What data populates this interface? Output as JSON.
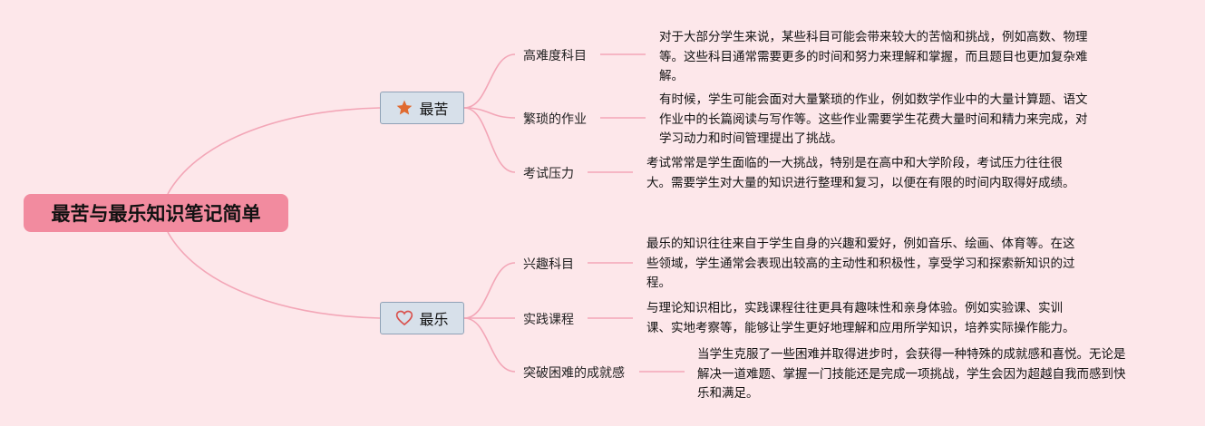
{
  "title": "最苦与最乐知识笔记简单",
  "colors": {
    "background": "#fde7ea",
    "root": "#f28b9f",
    "connector": "#f3a6b7",
    "branch_fill": "#d7e0ea",
    "star": "#e06a30",
    "heart": "#d9534f"
  },
  "branches": [
    {
      "label": "最苦",
      "icon": "star-icon",
      "items": [
        {
          "label": "高难度科目",
          "desc_lines": [
            "对于大部分学生来说，某些科目可能会带来较大的苦恼和挑战，例如高数、物理",
            "等。这些科目通常需要更多的时间和努力来理解和掌握，而且题目也更加复杂难",
            "解。"
          ]
        },
        {
          "label": "繁琐的作业",
          "desc_lines": [
            "有时候，学生可能会面对大量繁琐的作业，例如数学作业中的大量计算题、语文",
            "作业中的长篇阅读与写作等。这些作业需要学生花费大量时间和精力来完成，对",
            "学习动力和时间管理提出了挑战。"
          ]
        },
        {
          "label": "考试压力",
          "desc_lines": [
            "考试常常是学生面临的一大挑战，特别是在高中和大学阶段，考试压力往往很",
            "大。需要学生对大量的知识进行整理和复习，以便在有限的时间内取得好成绩。"
          ]
        }
      ]
    },
    {
      "label": "最乐",
      "icon": "heart-icon",
      "items": [
        {
          "label": "兴趣科目",
          "desc_lines": [
            "最乐的知识往往来自于学生自身的兴趣和爱好，例如音乐、绘画、体育等。在这",
            "些领域，学生通常会表现出较高的主动性和积极性，享受学习和探索新知识的过",
            "程。"
          ]
        },
        {
          "label": "实践课程",
          "desc_lines": [
            "与理论知识相比，实践课程往往更具有趣味性和亲身体验。例如实验课、实训",
            "课、实地考察等，能够让学生更好地理解和应用所学知识，培养实际操作能力。"
          ]
        },
        {
          "label": "突破困难的成就感",
          "desc_lines": [
            "当学生克服了一些困难并取得进步时，会获得一种特殊的成就感和喜悦。无论是",
            "解决一道难题、掌握一门技能还是完成一项挑战，学生会因为超越自我而感到快",
            "乐和满足。"
          ]
        }
      ]
    }
  ]
}
